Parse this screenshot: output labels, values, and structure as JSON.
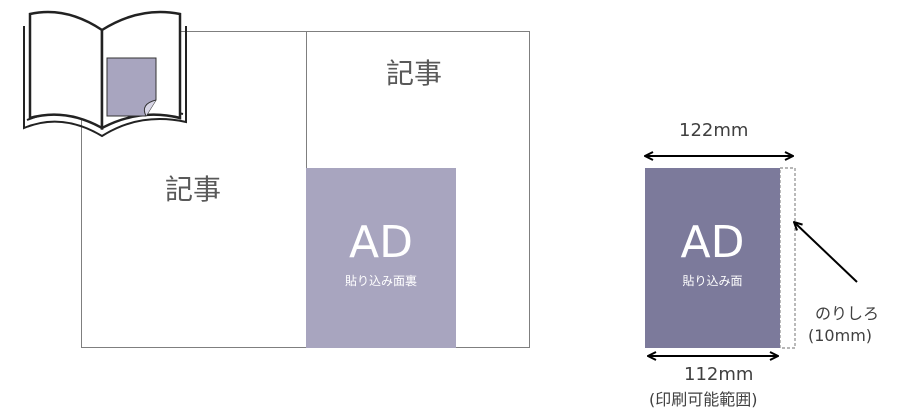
{
  "spread": {
    "article_left": "記事",
    "article_right": "記事",
    "ad_title": "AD",
    "ad_subtitle": "貼り込み面裏"
  },
  "ad_sheet": {
    "top_width": "122mm",
    "ad_title": "AD",
    "ad_subtitle": "貼り込み面",
    "margin_label_line1": "のりしろ",
    "margin_label_line2": "(10mm)",
    "bottom_width": "112mm",
    "bottom_caption": "(印刷可能範囲)"
  },
  "colors": {
    "spread_ad_fill": "#a8a5bf",
    "sheet_ad_fill": "#7c7a9b",
    "line": "#7f7f7f",
    "text": "#595959"
  },
  "icons": {
    "book": "open-book-icon"
  }
}
